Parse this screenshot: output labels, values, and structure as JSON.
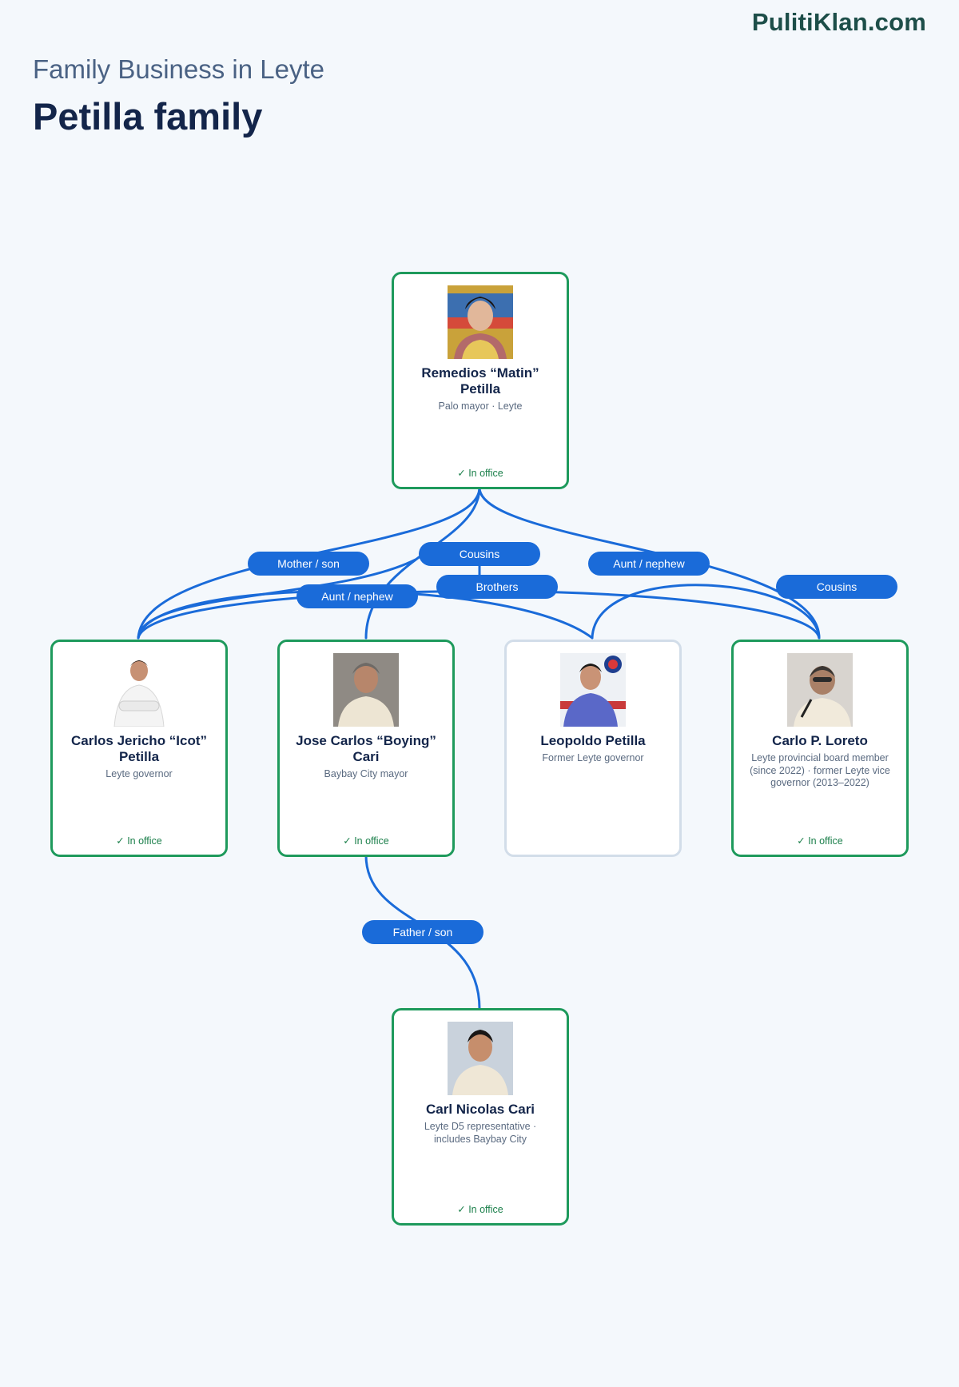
{
  "header": {
    "brand": "PulitiKlan.com",
    "kicker": "Family Business in Leyte",
    "title": "Petilla family"
  },
  "colors": {
    "background": "#f4f8fc",
    "in_office_border": "#1e9a5c",
    "former_border": "#d2dde9",
    "link_line": "#1a6bd9",
    "relation_pill": "#1a6bd9",
    "status_text": "#1a7f4a"
  },
  "people": [
    {
      "name": "Remedios “Matin” Petilla",
      "role": "Palo mayor · Leyte",
      "status": "✓ In office"
    },
    {
      "name": "Carlos Jericho “Icot” Petilla",
      "role": "Leyte governor",
      "status": "✓ In office"
    },
    {
      "name": "Jose Carlos “Boying” Cari",
      "role": "Baybay City mayor",
      "status": "✓ In office"
    },
    {
      "name": "Leopoldo Petilla",
      "role": "Former Leyte governor",
      "status": ""
    },
    {
      "name": "Carlo P. Loreto",
      "role": "Leyte provincial board member (since 2022) · former Leyte vice governor (2013–2022)",
      "status": "✓ In office"
    },
    {
      "name": "Carl Nicolas Cari",
      "role": "Leyte D5 representative · includes Baybay City",
      "status": "✓ In office"
    }
  ],
  "relations": [
    {
      "label": "Mother / son"
    },
    {
      "label": "Cousins"
    },
    {
      "label": "Aunt / nephew"
    },
    {
      "label": "Brothers"
    },
    {
      "label": "Cousins"
    },
    {
      "label": "Aunt / nephew"
    },
    {
      "label": "Father / son"
    }
  ]
}
